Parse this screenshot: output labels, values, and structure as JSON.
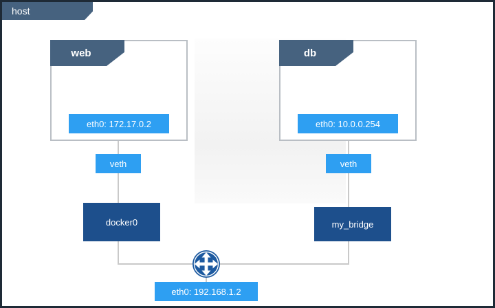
{
  "diagram": {
    "host": {
      "label": "host",
      "interface": "eth0: 192.168.1.2"
    },
    "containers": [
      {
        "name": "web",
        "interface": "eth0: 172.17.0.2",
        "link": "veth"
      },
      {
        "name": "db",
        "interface": "eth0: 10.0.0.254",
        "link": "veth"
      }
    ],
    "bridges": [
      "docker0",
      "my_bridge"
    ],
    "icons": [
      "router-icon"
    ],
    "colors": {
      "host_border": "#1e2a36",
      "tab_slate": "#46627f",
      "badge_blue": "#2e9ff2",
      "bridge_blue": "#1d4f8c",
      "line_gray": "#c9c9c9"
    }
  }
}
